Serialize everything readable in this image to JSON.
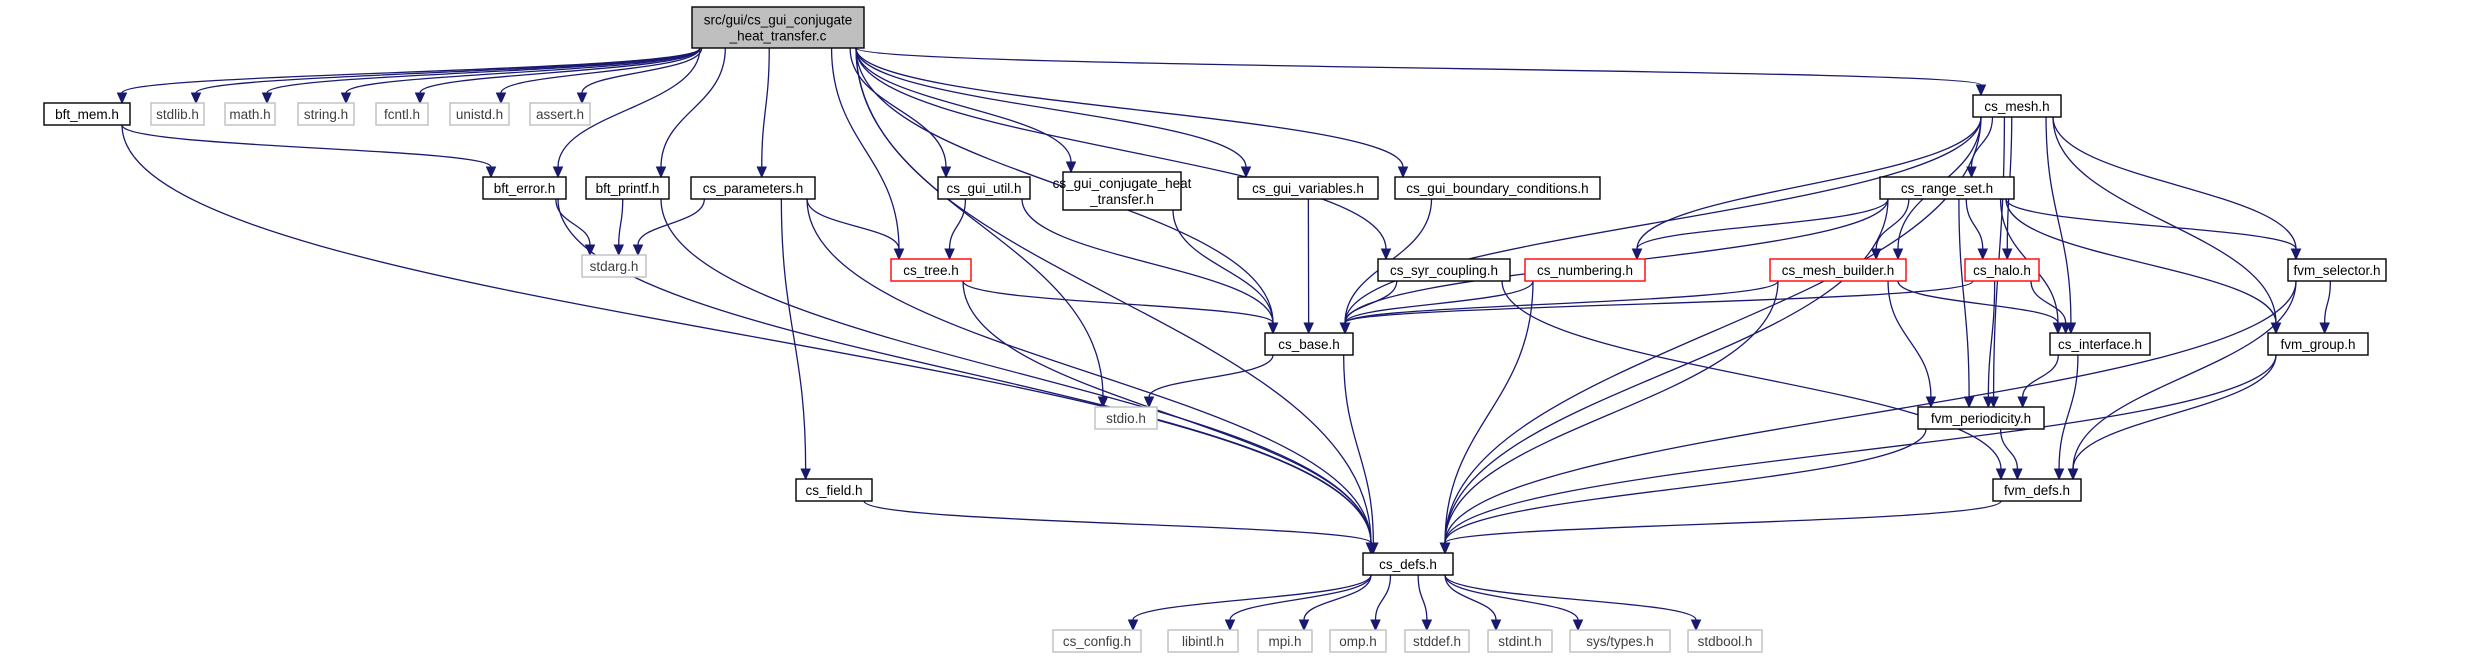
{
  "graph": {
    "title": "src/gui/cs_gui_conjugate_heat_transfer.c",
    "nodes": [
      {
        "id": "root",
        "lines": [
          "src/gui/cs_gui_conjugate",
          "_heat_transfer.c"
        ],
        "kind": "root"
      },
      {
        "id": "bft_mem",
        "lines": [
          "bft_mem.h"
        ],
        "kind": "normal"
      },
      {
        "id": "stdlib",
        "lines": [
          "stdlib.h"
        ],
        "kind": "system"
      },
      {
        "id": "math",
        "lines": [
          "math.h"
        ],
        "kind": "system"
      },
      {
        "id": "string",
        "lines": [
          "string.h"
        ],
        "kind": "system"
      },
      {
        "id": "fcntl",
        "lines": [
          "fcntl.h"
        ],
        "kind": "system"
      },
      {
        "id": "unistd",
        "lines": [
          "unistd.h"
        ],
        "kind": "system"
      },
      {
        "id": "assert",
        "lines": [
          "assert.h"
        ],
        "kind": "system"
      },
      {
        "id": "bft_error",
        "lines": [
          "bft_error.h"
        ],
        "kind": "normal"
      },
      {
        "id": "bft_printf",
        "lines": [
          "bft_printf.h"
        ],
        "kind": "normal"
      },
      {
        "id": "cs_parameters",
        "lines": [
          "cs_parameters.h"
        ],
        "kind": "normal"
      },
      {
        "id": "cs_gui_util",
        "lines": [
          "cs_gui_util.h"
        ],
        "kind": "normal"
      },
      {
        "id": "cs_gui_cht",
        "lines": [
          "cs_gui_conjugate_heat",
          "_transfer.h"
        ],
        "kind": "normal"
      },
      {
        "id": "cs_gui_variables",
        "lines": [
          "cs_gui_variables.h"
        ],
        "kind": "normal"
      },
      {
        "id": "cs_gui_bc",
        "lines": [
          "cs_gui_boundary_conditions.h"
        ],
        "kind": "normal"
      },
      {
        "id": "cs_mesh",
        "lines": [
          "cs_mesh.h"
        ],
        "kind": "normal"
      },
      {
        "id": "cs_range_set",
        "lines": [
          "cs_range_set.h"
        ],
        "kind": "normal"
      },
      {
        "id": "stdarg",
        "lines": [
          "stdarg.h"
        ],
        "kind": "system"
      },
      {
        "id": "cs_tree",
        "lines": [
          "cs_tree.h"
        ],
        "kind": "truncated"
      },
      {
        "id": "cs_syr_coupling",
        "lines": [
          "cs_syr_coupling.h"
        ],
        "kind": "normal"
      },
      {
        "id": "cs_numbering",
        "lines": [
          "cs_numbering.h"
        ],
        "kind": "truncated"
      },
      {
        "id": "cs_mesh_builder",
        "lines": [
          "cs_mesh_builder.h"
        ],
        "kind": "truncated"
      },
      {
        "id": "cs_halo",
        "lines": [
          "cs_halo.h"
        ],
        "kind": "truncated"
      },
      {
        "id": "fvm_selector",
        "lines": [
          "fvm_selector.h"
        ],
        "kind": "normal"
      },
      {
        "id": "cs_base",
        "lines": [
          "cs_base.h"
        ],
        "kind": "normal"
      },
      {
        "id": "cs_interface",
        "lines": [
          "cs_interface.h"
        ],
        "kind": "normal"
      },
      {
        "id": "fvm_group",
        "lines": [
          "fvm_group.h"
        ],
        "kind": "normal"
      },
      {
        "id": "stdio",
        "lines": [
          "stdio.h"
        ],
        "kind": "system"
      },
      {
        "id": "fvm_periodicity",
        "lines": [
          "fvm_periodicity.h"
        ],
        "kind": "normal"
      },
      {
        "id": "cs_field",
        "lines": [
          "cs_field.h"
        ],
        "kind": "normal"
      },
      {
        "id": "fvm_defs",
        "lines": [
          "fvm_defs.h"
        ],
        "kind": "normal"
      },
      {
        "id": "cs_defs",
        "lines": [
          "cs_defs.h"
        ],
        "kind": "normal"
      },
      {
        "id": "cs_config",
        "lines": [
          "cs_config.h"
        ],
        "kind": "system"
      },
      {
        "id": "libintl",
        "lines": [
          "libintl.h"
        ],
        "kind": "system"
      },
      {
        "id": "mpi",
        "lines": [
          "mpi.h"
        ],
        "kind": "system"
      },
      {
        "id": "omp",
        "lines": [
          "omp.h"
        ],
        "kind": "system"
      },
      {
        "id": "stddef",
        "lines": [
          "stddef.h"
        ],
        "kind": "system"
      },
      {
        "id": "stdint",
        "lines": [
          "stdint.h"
        ],
        "kind": "system"
      },
      {
        "id": "sys_types",
        "lines": [
          "sys/types.h"
        ],
        "kind": "system"
      },
      {
        "id": "stdbool",
        "lines": [
          "stdbool.h"
        ],
        "kind": "system"
      }
    ],
    "edges": [
      [
        "root",
        "bft_mem"
      ],
      [
        "root",
        "stdlib"
      ],
      [
        "root",
        "math"
      ],
      [
        "root",
        "string"
      ],
      [
        "root",
        "fcntl"
      ],
      [
        "root",
        "unistd"
      ],
      [
        "root",
        "assert"
      ],
      [
        "root",
        "bft_error"
      ],
      [
        "root",
        "bft_printf"
      ],
      [
        "root",
        "cs_parameters"
      ],
      [
        "root",
        "cs_tree"
      ],
      [
        "root",
        "cs_gui_util"
      ],
      [
        "root",
        "cs_gui_cht"
      ],
      [
        "root",
        "cs_gui_variables"
      ],
      [
        "root",
        "cs_gui_bc"
      ],
      [
        "root",
        "cs_mesh"
      ],
      [
        "root",
        "cs_base"
      ],
      [
        "root",
        "cs_syr_coupling"
      ],
      [
        "root",
        "stdio"
      ],
      [
        "root",
        "cs_defs"
      ],
      [
        "bft_mem",
        "bft_error"
      ],
      [
        "bft_mem",
        "cs_defs"
      ],
      [
        "bft_error",
        "stdarg"
      ],
      [
        "bft_error",
        "cs_defs"
      ],
      [
        "bft_printf",
        "stdarg"
      ],
      [
        "bft_printf",
        "cs_defs"
      ],
      [
        "cs_parameters",
        "stdarg"
      ],
      [
        "cs_parameters",
        "cs_tree"
      ],
      [
        "cs_parameters",
        "cs_field"
      ],
      [
        "cs_parameters",
        "cs_defs"
      ],
      [
        "cs_gui_util",
        "cs_tree"
      ],
      [
        "cs_gui_util",
        "cs_base"
      ],
      [
        "cs_gui_cht",
        "cs_base"
      ],
      [
        "cs_gui_variables",
        "cs_base"
      ],
      [
        "cs_gui_bc",
        "cs_base"
      ],
      [
        "cs_tree",
        "cs_base"
      ],
      [
        "cs_tree",
        "cs_defs"
      ],
      [
        "cs_syr_coupling",
        "cs_base"
      ],
      [
        "cs_syr_coupling",
        "fvm_defs"
      ],
      [
        "cs_mesh",
        "cs_range_set"
      ],
      [
        "cs_mesh",
        "cs_numbering"
      ],
      [
        "cs_mesh",
        "cs_mesh_builder"
      ],
      [
        "cs_mesh",
        "cs_halo"
      ],
      [
        "cs_mesh",
        "cs_interface"
      ],
      [
        "cs_mesh",
        "fvm_periodicity"
      ],
      [
        "cs_mesh",
        "fvm_selector"
      ],
      [
        "cs_mesh",
        "fvm_group"
      ],
      [
        "cs_mesh",
        "cs_base"
      ],
      [
        "cs_mesh",
        "cs_defs"
      ],
      [
        "cs_range_set",
        "cs_numbering"
      ],
      [
        "cs_range_set",
        "cs_mesh_builder"
      ],
      [
        "cs_range_set",
        "cs_halo"
      ],
      [
        "cs_range_set",
        "cs_interface"
      ],
      [
        "cs_range_set",
        "fvm_periodicity"
      ],
      [
        "cs_range_set",
        "fvm_selector"
      ],
      [
        "cs_range_set",
        "fvm_group"
      ],
      [
        "cs_range_set",
        "cs_base"
      ],
      [
        "cs_range_set",
        "cs_defs"
      ],
      [
        "cs_numbering",
        "cs_base"
      ],
      [
        "cs_numbering",
        "cs_defs"
      ],
      [
        "cs_mesh_builder",
        "cs_base"
      ],
      [
        "cs_mesh_builder",
        "cs_interface"
      ],
      [
        "cs_mesh_builder",
        "fvm_periodicity"
      ],
      [
        "cs_mesh_builder",
        "cs_defs"
      ],
      [
        "cs_halo",
        "cs_base"
      ],
      [
        "cs_halo",
        "cs_interface"
      ],
      [
        "cs_halo",
        "fvm_periodicity"
      ],
      [
        "fvm_selector",
        "fvm_group"
      ],
      [
        "fvm_selector",
        "fvm_defs"
      ],
      [
        "fvm_selector",
        "cs_defs"
      ],
      [
        "fvm_group",
        "fvm_defs"
      ],
      [
        "fvm_group",
        "cs_defs"
      ],
      [
        "cs_interface",
        "fvm_periodicity"
      ],
      [
        "cs_interface",
        "fvm_defs"
      ],
      [
        "fvm_periodicity",
        "fvm_defs"
      ],
      [
        "fvm_periodicity",
        "cs_defs"
      ],
      [
        "cs_base",
        "stdio"
      ],
      [
        "cs_base",
        "cs_defs"
      ],
      [
        "cs_field",
        "cs_defs"
      ],
      [
        "fvm_defs",
        "cs_defs"
      ],
      [
        "cs_defs",
        "cs_config"
      ],
      [
        "cs_defs",
        "libintl"
      ],
      [
        "cs_defs",
        "mpi"
      ],
      [
        "cs_defs",
        "omp"
      ],
      [
        "cs_defs",
        "stddef"
      ],
      [
        "cs_defs",
        "stdint"
      ],
      [
        "cs_defs",
        "sys_types"
      ],
      [
        "cs_defs",
        "stdbool"
      ]
    ]
  },
  "colors": {
    "edge": "#191970",
    "node_border": "#000000",
    "root_fill": "#bfbfbf",
    "truncated_border": "#ff0000",
    "system_border": "#bfbfbf",
    "system_text": "#404040",
    "node_fill": "#ffffff"
  }
}
